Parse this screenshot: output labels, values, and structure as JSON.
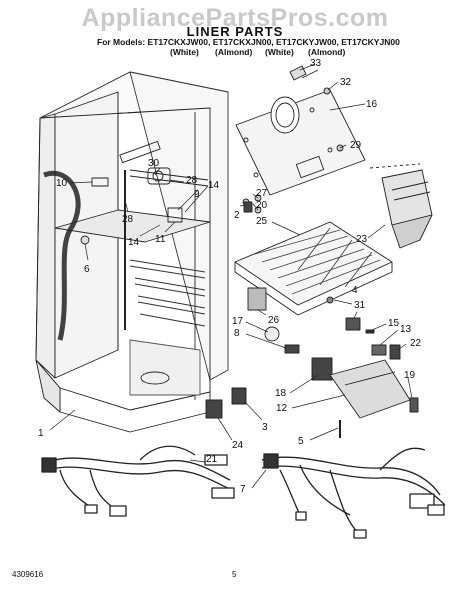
{
  "watermark": "AppliancePartsPros.com",
  "title": "LINER PARTS",
  "models_line": "For Models: ET17CKXJW00, ET17CKXJN00, ET17CKYJW00, ET17CKYJN00",
  "colors": [
    "(White)",
    "(Almond)",
    "(White)",
    "(Almond)"
  ],
  "callouts": [
    "33",
    "32",
    "16",
    "29",
    "10",
    "30",
    "28",
    "9",
    "27",
    "20",
    "14",
    "2",
    "28",
    "25",
    "23",
    "6",
    "14",
    "11",
    "31",
    "4",
    "17",
    "8",
    "26",
    "15",
    "13",
    "22",
    "18",
    "12",
    "19",
    "1",
    "3",
    "5",
    "21",
    "24",
    "7"
  ],
  "footer_left": "4309616",
  "footer_page": "5"
}
